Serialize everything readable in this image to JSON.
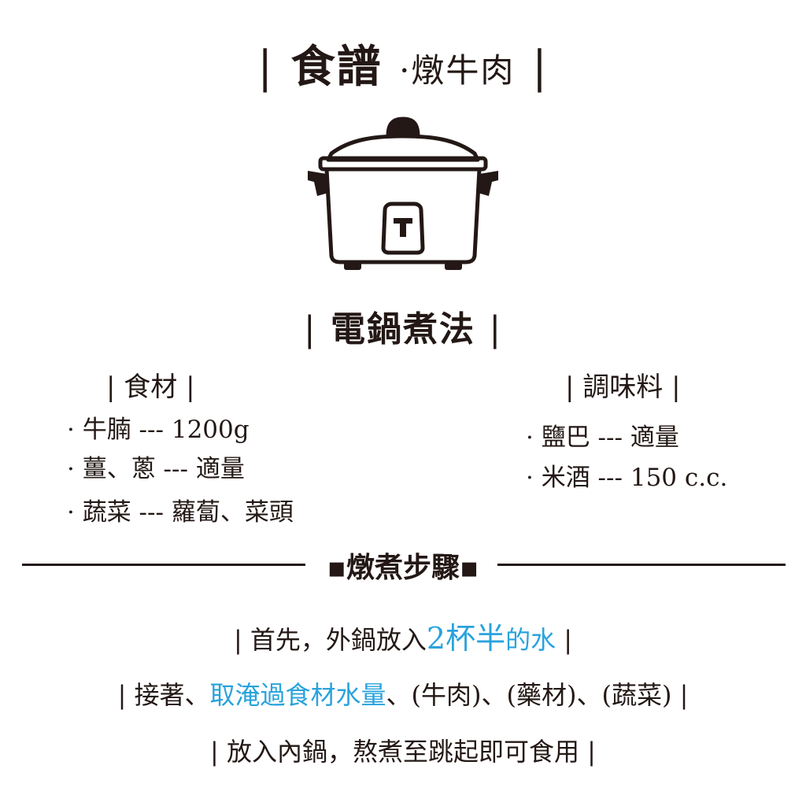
{
  "header": {
    "bar_left": "|",
    "title": "食譜",
    "dot": "·",
    "subtitle": "燉牛肉",
    "bar_right": "|"
  },
  "method": {
    "bar_left": "|",
    "label": "電鍋煮法",
    "bar_right": "|"
  },
  "ingredients": {
    "heading": "| 食材 |",
    "items": [
      "· 牛腩 --- 1200g",
      "· 薑、蔥 --- 適量",
      "· 蔬菜 --- 蘿蔔、菜頭"
    ]
  },
  "seasoning": {
    "heading": "| 調味料 |",
    "items": [
      "· 鹽巴 --- 適量",
      "· 米酒 --- 150 c.c."
    ]
  },
  "steps": {
    "heading": "▪燉煮步驟▪",
    "step1": {
      "bar_left": "|",
      "pre": "首先，外鍋放入",
      "hl_num": "2杯半",
      "hl_tail": "的水",
      "bar_right": "|"
    },
    "step2": {
      "bar_left": "|",
      "pre": "接著、",
      "hl": "取淹過食材水量",
      "post": "、(牛肉)、(藥材)、(蔬菜)",
      "bar_right": "|"
    },
    "step3": {
      "bar_left": "|",
      "text": "放入內鍋，熬煮至跳起即可食用",
      "bar_right": "|"
    }
  },
  "colors": {
    "text": "#231815",
    "highlight": "#29a3dc",
    "background": "#ffffff"
  },
  "icons": {
    "main": "rice-cooker-icon"
  }
}
